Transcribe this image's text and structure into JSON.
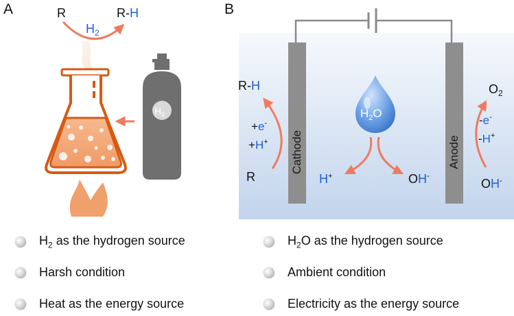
{
  "panel_a": {
    "label": "A",
    "reaction": {
      "reactant": "R",
      "product_r": "R-",
      "product_h": "H",
      "reagent_h": "H",
      "reagent_sub": "2"
    },
    "cylinder_label_h": "H",
    "cylinder_label_sub": "2",
    "bullets": [
      {
        "main": "H",
        "sub": "2",
        "rest": " as the hydrogen source"
      },
      {
        "main": "Harsh condition",
        "sub": "",
        "rest": ""
      },
      {
        "main": "Heat as the energy source",
        "sub": "",
        "rest": ""
      }
    ]
  },
  "panel_b": {
    "label": "B",
    "cathode_label": "Cathode",
    "anode_label": "Anode",
    "cathode_side": {
      "product_r": "R-",
      "product_h": "H",
      "electron_prefix": "+",
      "electron": "e",
      "electron_sup": "-",
      "proton_prefix": "+",
      "proton": "H",
      "proton_sup": "+",
      "reactant": "R"
    },
    "anode_side": {
      "product": "O",
      "product_sub": "2",
      "electron_prefix": "-",
      "electron": "e",
      "electron_sup": "-",
      "proton_prefix": "-",
      "proton": "H",
      "proton_sup": "+",
      "reactant_o": "O",
      "reactant_h": "H",
      "reactant_sup": "-"
    },
    "water": {
      "h": "H",
      "sub": "2",
      "o": "O"
    },
    "split_proton": {
      "h": "H",
      "sup": "+"
    },
    "split_hydroxide": {
      "o": "O",
      "h": "H",
      "sup": "-"
    },
    "bullets": [
      {
        "main": "H",
        "sub": "2",
        "rest": "O as the hydrogen source"
      },
      {
        "main": "Ambient condition",
        "sub": "",
        "rest": ""
      },
      {
        "main": "Electricity as the energy source",
        "sub": "",
        "rest": ""
      }
    ]
  },
  "colors": {
    "arrow": "#f07a5e",
    "blue_text": "#1f5fd6",
    "flask": "#d55a14",
    "flame": "#f0a06a",
    "cylinder": "#6f6f6f",
    "electrode": "#8e8e8e",
    "electrolyte_top": "#f4f8fd",
    "electrolyte_bottom": "#c3d5ec",
    "wire": "#8a8a8a"
  }
}
